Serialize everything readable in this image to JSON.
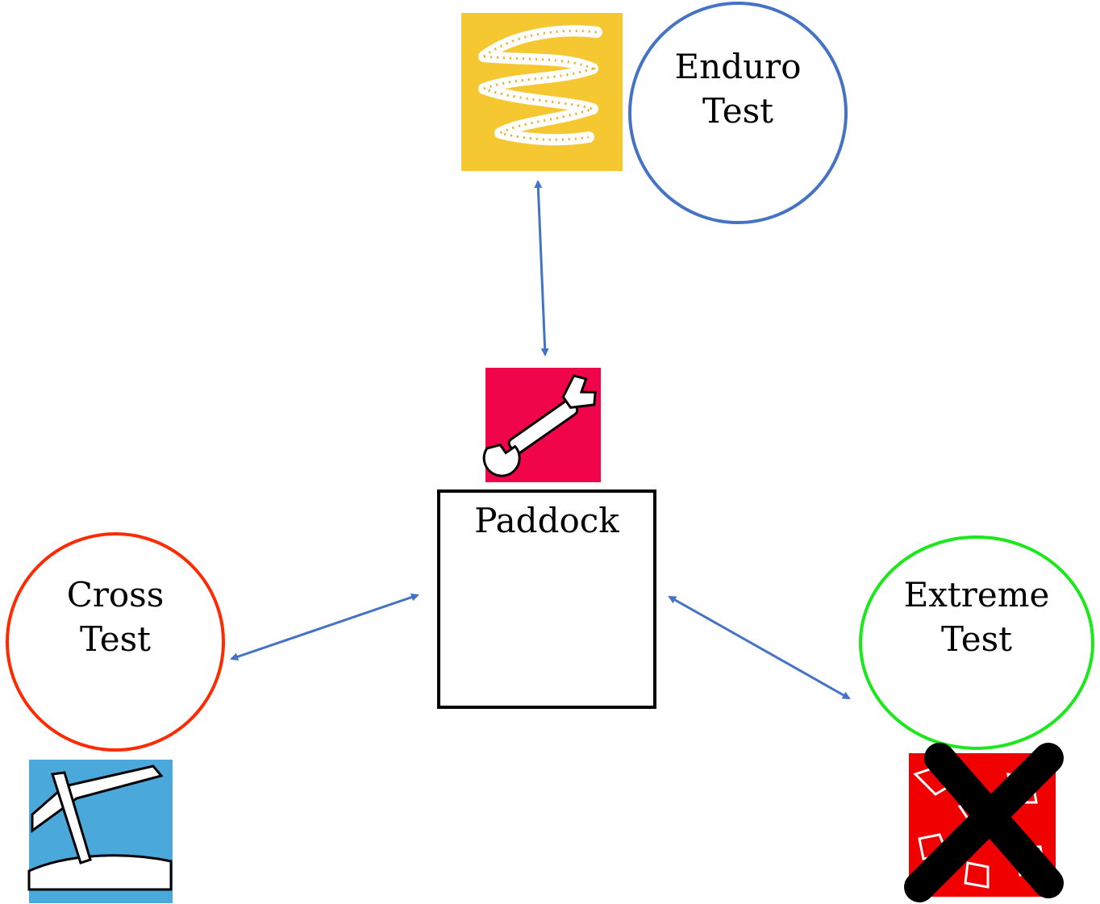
{
  "nodes": {
    "enduro": {
      "line1": "Enduro",
      "line2": "Test",
      "color": "#4472C4",
      "icon": "zigzag-trail-icon",
      "icon_bg": "#F5C730"
    },
    "paddock": {
      "label": "Paddock",
      "color": "#000000",
      "icon": "wrench-icon",
      "icon_bg": "#F0044A"
    },
    "cross": {
      "line1": "Cross",
      "line2": "Test",
      "color": "#FF2A00",
      "icon": "jump-ramp-icon",
      "icon_bg": "#4AA8DA"
    },
    "extreme": {
      "line1": "Extreme",
      "line2": "Test",
      "color": "#1BE81B",
      "icon": "rock-cross-icon",
      "icon_bg": "#F00000"
    }
  },
  "connectors": {
    "color": "#4472C4",
    "edges": [
      {
        "from": "Paddock",
        "to": "Enduro Test",
        "bidirectional": true
      },
      {
        "from": "Paddock",
        "to": "Cross Test",
        "bidirectional": true
      },
      {
        "from": "Paddock",
        "to": "Extreme Test",
        "bidirectional": true
      }
    ]
  }
}
